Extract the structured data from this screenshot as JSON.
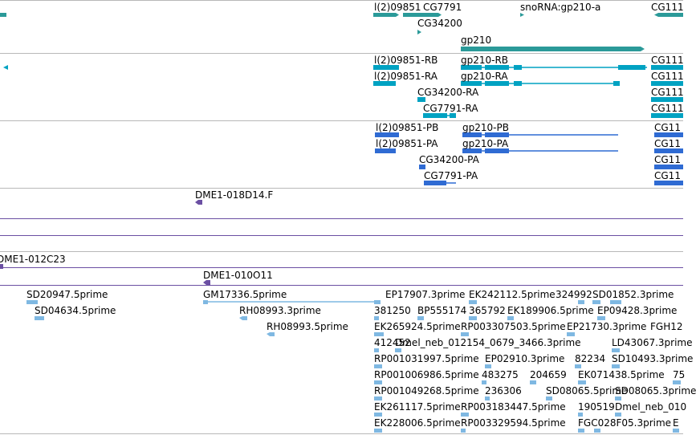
{
  "colors": {
    "gene": "#2b9a99",
    "mrna": "#00a2c2",
    "cds": "#2f6bd3",
    "clone": "#6b4fa3",
    "est": "#7fb8e2",
    "separator": "#b8b8b8"
  },
  "tracks": {
    "gene": {
      "labels": [
        "l(2)09851",
        "CG7791",
        "CG34200",
        "snoRNA:gp210-a",
        "gp210",
        "CG111"
      ]
    },
    "mrna": {
      "labels": [
        "l(2)09851-RB",
        "gp210-RB",
        "l(2)09851-RA",
        "gp210-RA",
        "CG34200-RA",
        "CG7791-RA",
        "CG111",
        "CG111",
        "CG111",
        "CG111"
      ]
    },
    "cds": {
      "labels": [
        "l(2)09851-PB",
        "gp210-PB",
        "l(2)09851-PA",
        "gp210-PA",
        "CG34200-PA",
        "CG7791-PA",
        "CG11",
        "CG11",
        "CG11",
        "CG11"
      ]
    },
    "clones": {
      "labels": [
        "DME1-018D14.F",
        "DME1-012C23",
        "DME1-010O11"
      ]
    },
    "ests": {
      "labels": [
        "SD20947.5prime",
        "GM17336.5prime",
        "EP17907.3prime",
        "EK242112.5prime",
        "324992",
        "SD01852.3prime",
        "SD04634.5prime",
        "RH08993.3prime",
        "381250",
        "BP555174",
        "365792",
        "EK189906.5prime",
        "EP09428.3prime",
        "RH08993.5prime",
        "EK265924.5prime",
        "RP003307503.5prime",
        "EP21730.3prime",
        "FGH12",
        "412452",
        "Dmel_neb_012154_0679_3466.3prime",
        "LD43067.3prime",
        "RP001031997.5prime",
        "EP02910.3prime",
        "82234",
        "SD10493.3prime",
        "RP001006986.5prime",
        "483275",
        "204659",
        "EK071438.5prime",
        "75",
        "RP001049268.5prime",
        "236306",
        "SD08065.5prime",
        "SD08065.3prime",
        "EK261117.5prime",
        "RP003183447.5prime",
        "190519",
        "Dmel_neb_010",
        "EK228006.5prime",
        "RP003329594.5prime",
        "FGC028F05.3prime",
        "E"
      ]
    }
  }
}
